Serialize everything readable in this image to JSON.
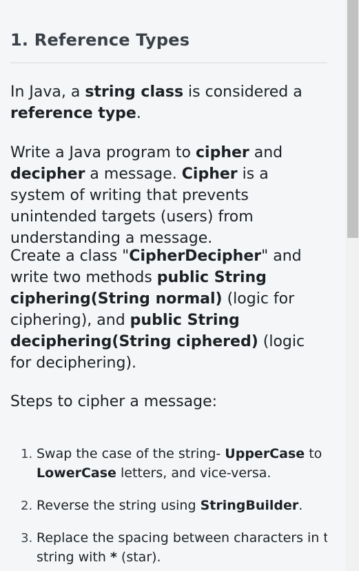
{
  "section": {
    "title": "1. Reference Types"
  },
  "paragraphs": {
    "p1": {
      "t1": "In Java, a ",
      "b1": "string class",
      "t2": " is considered a ",
      "b2": "reference type",
      "t3": "."
    },
    "p2": {
      "t1": "Write a Java program to ",
      "b1": "cipher",
      "t2": " and ",
      "b2": "decipher",
      "t3": " a message. ",
      "b3": "Cipher",
      "t4": " is a system of writing that prevents unintended targets (users) from understanding a message."
    },
    "p3": {
      "t1": "Create a class \"",
      "b1": "CipherDecipher",
      "t2": "\" and write two methods ",
      "b2": "public String ciphering(String normal)",
      "t3": " (logic for ciphering), and ",
      "b3": "public String deciphering(String ciphered)",
      "t4": " (logic for deciphering)."
    },
    "p4": {
      "t1": "Steps to cipher a message:"
    }
  },
  "steps": [
    {
      "t1": "Swap the case of the string- ",
      "b1": "UpperCase",
      "t2": " to ",
      "b2": "LowerCase",
      "t3": " letters, and vice-versa."
    },
    {
      "t1": "Reverse the string using ",
      "b1": "StringBuilder",
      "t2": "."
    },
    {
      "t1": "Replace the spacing between characters in the string with ",
      "b1": "*",
      "t2": " (star)."
    }
  ],
  "colors": {
    "page_background": "#f4f6f7",
    "text": "#1d2126",
    "heading": "#3b4149",
    "scrollbar_track": "#f1f1f1",
    "scrollbar_thumb": "#c1c1c1"
  }
}
